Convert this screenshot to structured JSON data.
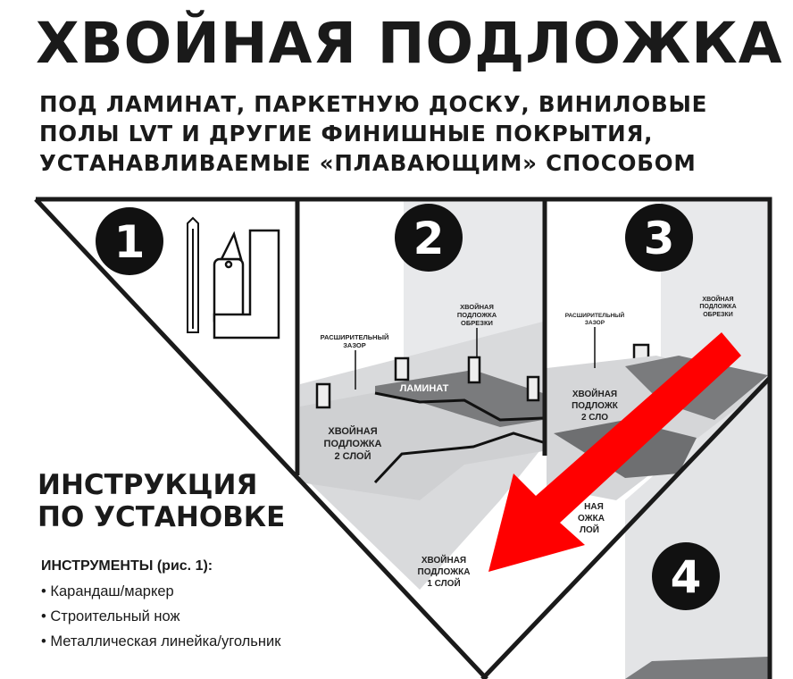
{
  "title": "ХВОЙНАЯ ПОДЛОЖКА",
  "subtitle": [
    "ПОД ЛАМИНАТ, ПАРКЕТНУЮ ДОСКУ, ВИНИЛОВЫЕ",
    "ПОЛЫ LVT И ДРУГИЕ ФИНИШНЫЕ ПОКРЫТИЯ,",
    "УСТАНАВЛИВАЕМЫЕ «ПЛАВАЮЩИМ» СПОСОБОМ"
  ],
  "steps": [
    "1",
    "2",
    "3",
    "4"
  ],
  "panel2": {
    "gap_label": [
      "РАСШИРИТЕЛЬНЫЙ",
      "ЗАЗОР"
    ],
    "scraps_label": [
      "ХВОЙНАЯ",
      "ПОДЛОЖКА",
      "ОБРЕЗКИ"
    ],
    "laminate_label": "ЛАМИНАТ",
    "layer2_label": [
      "ХВОЙНАЯ",
      "ПОДЛОЖКА",
      "2 СЛОЙ"
    ],
    "layer1_label": [
      "ХВОЙНАЯ",
      "ПОДЛОЖКА",
      "1 СЛОЙ"
    ]
  },
  "panel3": {
    "gap_label": [
      "РАСШИРИТЕЛЬНЫЙ",
      "ЗАЗОР"
    ],
    "scraps_label": [
      "ХВОЙНАЯ",
      "ПОДЛОЖКА",
      "ОБРЕЗКИ"
    ],
    "layer2_label": [
      "ХВОЙНАЯ",
      "ПОДЛОЖК",
      "2 СЛО"
    ],
    "layer1_label": [
      "НАЯ",
      "ОЖКА",
      "ЛОЙ"
    ]
  },
  "instructions": {
    "heading": [
      "ИНСТРУКЦИЯ",
      "ПО УСТАНОВКЕ"
    ],
    "tools_title": "ИНСТРУМЕНТЫ (рис. 1):",
    "tools": [
      "Карандаш/маркер",
      "Строительный нож",
      "Металлическая линейка/угольник"
    ]
  },
  "colors": {
    "arrow": "#ff0000",
    "ink": "#1a1a1a",
    "floor": "#d9dadc",
    "wall": "#e8e9eb",
    "laminate": "#7a7b7d"
  }
}
